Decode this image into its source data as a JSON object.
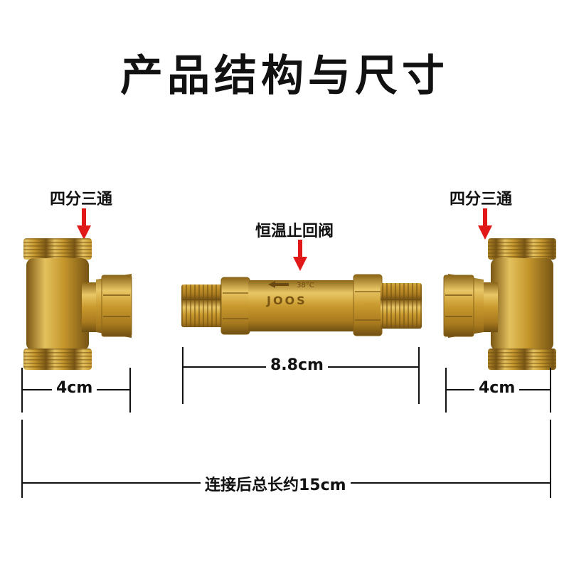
{
  "title": "产品结构与尺寸",
  "labels": {
    "left_tee": "四分三通",
    "valve": "恒温止回阀",
    "right_tee": "四分三通"
  },
  "valve_marking": {
    "temp": "38°C",
    "brand": "JOOS"
  },
  "dimensions": {
    "left_tee": "4cm",
    "valve": "8.8cm",
    "right_tee": "4cm",
    "total": "连接后总长约15cm"
  },
  "colors": {
    "brass": "#c9a03a",
    "arrow": "#e01818",
    "line": "#111111"
  }
}
